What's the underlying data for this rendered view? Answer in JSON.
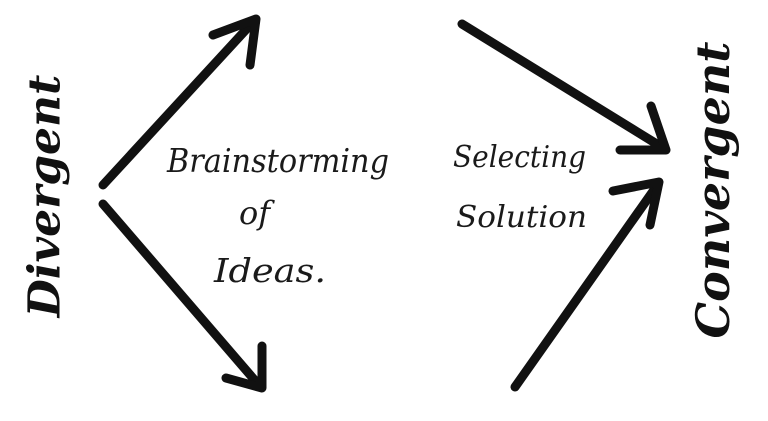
{
  "left_label": "Divergent",
  "right_label": "Convergent",
  "divergent_text": [
    "Brainstorming",
    "of",
    "Ideas."
  ],
  "convergent_text": [
    "Selecting",
    "Solution"
  ]
}
